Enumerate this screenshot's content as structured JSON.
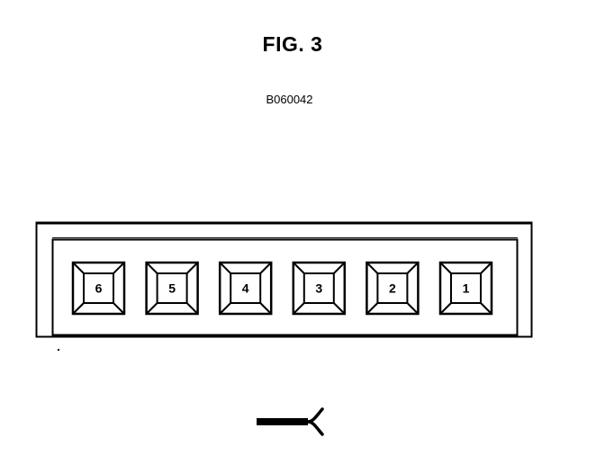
{
  "figure": {
    "title": "FIG. 3",
    "code": "B060042"
  },
  "connector": {
    "pins": [
      "6",
      "5",
      "4",
      "3",
      "2",
      "1"
    ]
  },
  "colors": {
    "ink": "#000000",
    "paper": "#ffffff"
  }
}
